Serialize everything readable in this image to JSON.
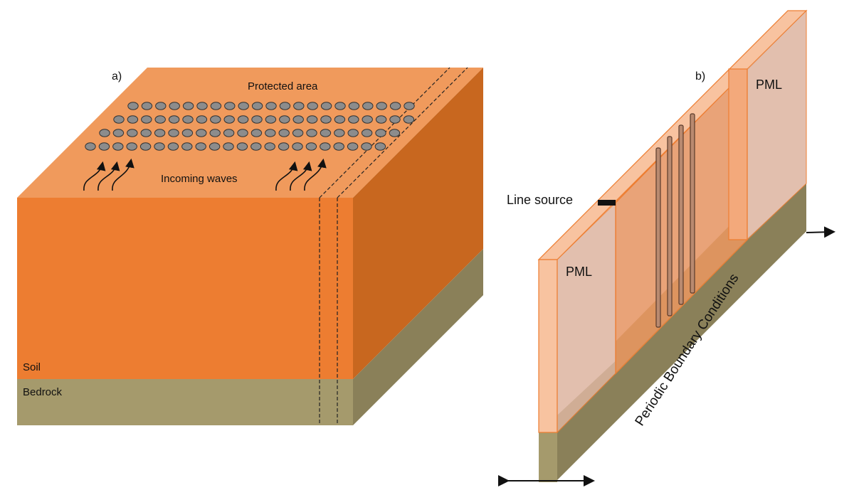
{
  "panel_a": {
    "label": "a)",
    "protected_area": "Protected area",
    "incoming_waves": "Incoming waves",
    "soil": "Soil",
    "bedrock": "Bedrock",
    "holes_per_row": [
      21,
      22,
      22,
      22
    ]
  },
  "panel_b": {
    "label": "b)",
    "pml_left": "PML",
    "pml_right": "PML",
    "line_source": "Line source",
    "periodic_bc": "Periodic Boundary Conditions",
    "rod_count": 4
  },
  "colors": {
    "soil_front": "#ED7D31",
    "soil_top": "#F09A5C",
    "soil_side": "#C8671F",
    "bedrock_front": "#A59A6C",
    "bedrock_side": "#8A8059",
    "hole_fill": "#8C8C8C",
    "pml_fill": "#F3A97B",
    "pml_border": "#ED7D31"
  }
}
